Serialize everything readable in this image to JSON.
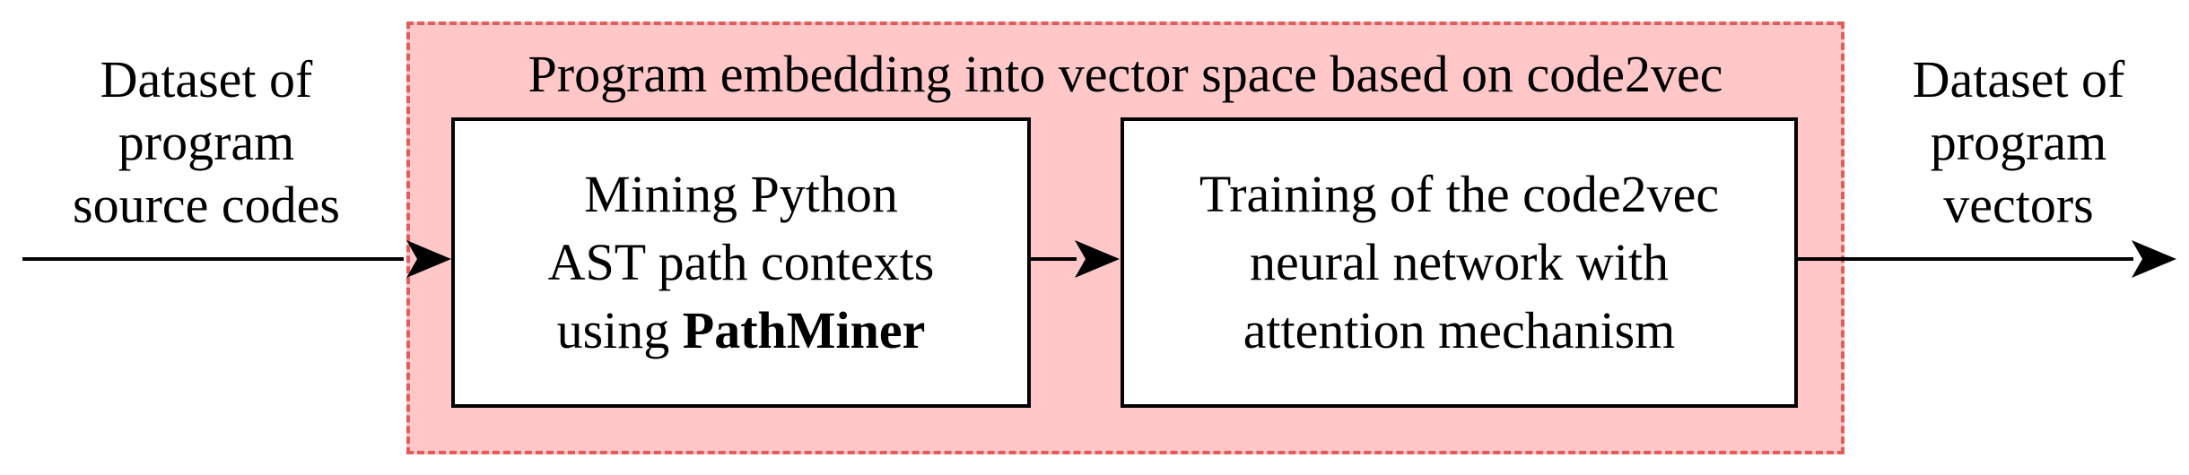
{
  "input_label": [
    "Dataset of",
    "program",
    "source codes"
  ],
  "output_label": [
    "Dataset of",
    "program",
    "vectors"
  ],
  "container": {
    "title": "Program embedding into vector space based on code2vec"
  },
  "step1": {
    "line1": "Mining Python",
    "line2": "AST path contexts",
    "line3_prefix": "using ",
    "line3_bold": "PathMiner"
  },
  "step2": {
    "lines": [
      "Training of the code2vec",
      "neural network with",
      "attention mechanism"
    ]
  },
  "colors": {
    "container_fill": "#ffc7c7",
    "container_border": "#e25c5c",
    "box_fill": "#ffffff",
    "stroke": "#000000"
  }
}
